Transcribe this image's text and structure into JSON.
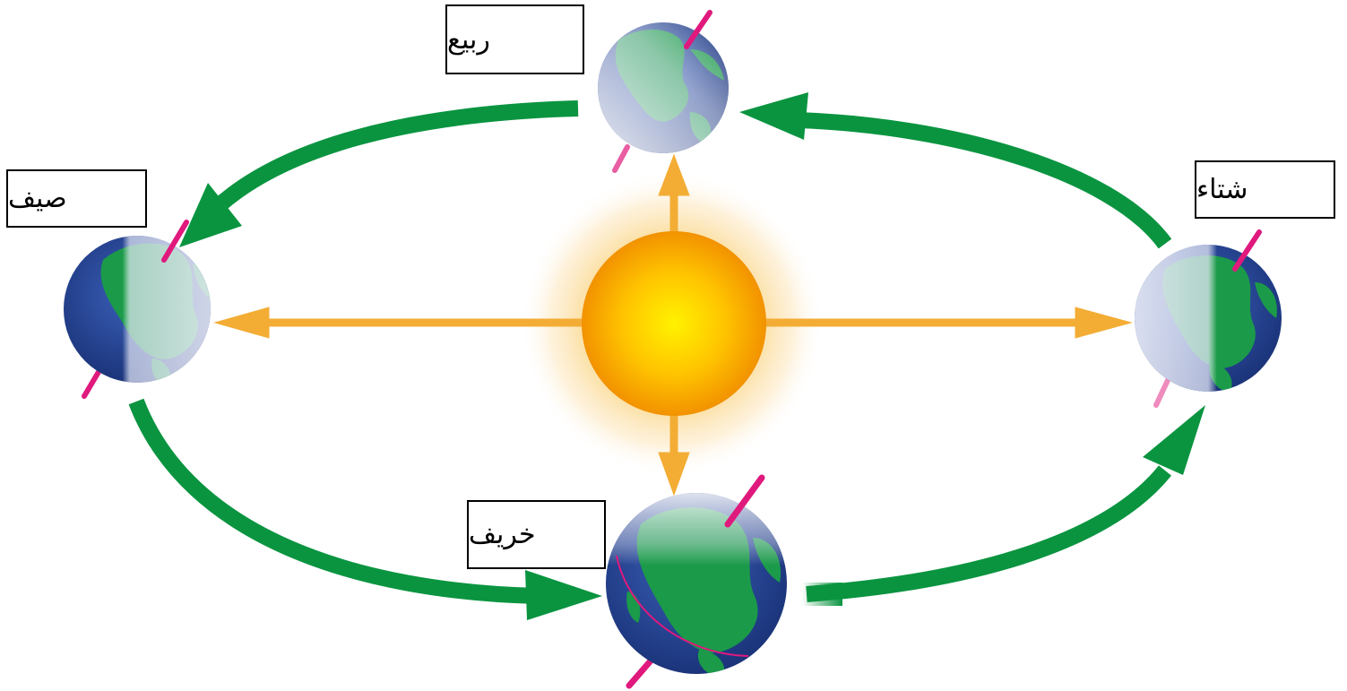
{
  "labels": {
    "spring": "ربيع",
    "summer": "صيف",
    "winter": "شتاء",
    "autumn": "خريف"
  },
  "colors": {
    "orbit_arrow": "#0a9440",
    "sun_core": "#f5a800",
    "sun_glow": "#fde7b8",
    "ray": "#f3ad35",
    "ocean": "#1f3f8f",
    "land": "#1b9a4a",
    "axis": "#e0197d"
  }
}
